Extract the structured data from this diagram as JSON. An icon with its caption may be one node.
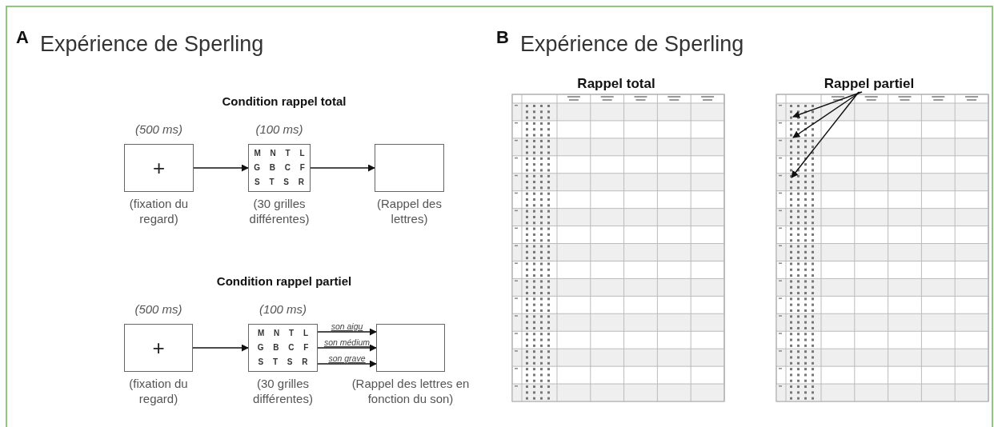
{
  "diagram": {
    "nodes": [
      {
        "text": [
          "+"
        ],
        "beside": [
          "(500 ms)",
          "(fixation du regard)"
        ]
      },
      {
        "text": [
          "M N T L",
          "G B C F",
          "S T S R"
        ],
        "beside": [
          "(100 ms)",
          "(30 grilles différentes)"
        ]
      },
      {
        "text": [],
        "shape": "box",
        "beside": [
          "(Rappel des lettres)"
        ]
      },
      {
        "text": [
          "+"
        ],
        "beside": [
          "(500 ms)",
          "(fixation du regard)"
        ]
      },
      {
        "text": [
          "M N T L",
          "G B C F",
          "S T S R"
        ],
        "beside": [
          "(100 ms)",
          "(30 grilles différentes)"
        ]
      },
      {
        "text": [],
        "shape": "box",
        "beside": [
          "(Rappel des lettres en fonction du son)"
        ]
      },
      {
        "text": [
          "Rappel partiel"
        ]
      }
    ],
    "edges": [
      {
        "from": 0,
        "to": 1,
        "arrow": "to"
      },
      {
        "from": 1,
        "to": 2,
        "arrow": "to"
      },
      {
        "from": 3,
        "to": 4,
        "arrow": "to"
      },
      {
        "from": 4,
        "to": 5,
        "label": "son aigu",
        "arrow": "to"
      },
      {
        "from": 4,
        "to": 5,
        "label": "son médium",
        "arrow": "to"
      },
      {
        "from": 4,
        "to": 5,
        "label": "son grave",
        "arrow": "to"
      },
      {
        "from": 6,
        "to": null,
        "arrow": "to"
      },
      {
        "from": 6,
        "to": null,
        "arrow": "to"
      },
      {
        "from": 6,
        "to": null,
        "arrow": "to"
      }
    ],
    "labels": [
      "A",
      "Expérience de Sperling",
      "B",
      "Expérience de Sperling",
      "Condition rappel total",
      "Rappel total",
      "Condition rappel partiel"
    ]
  }
}
